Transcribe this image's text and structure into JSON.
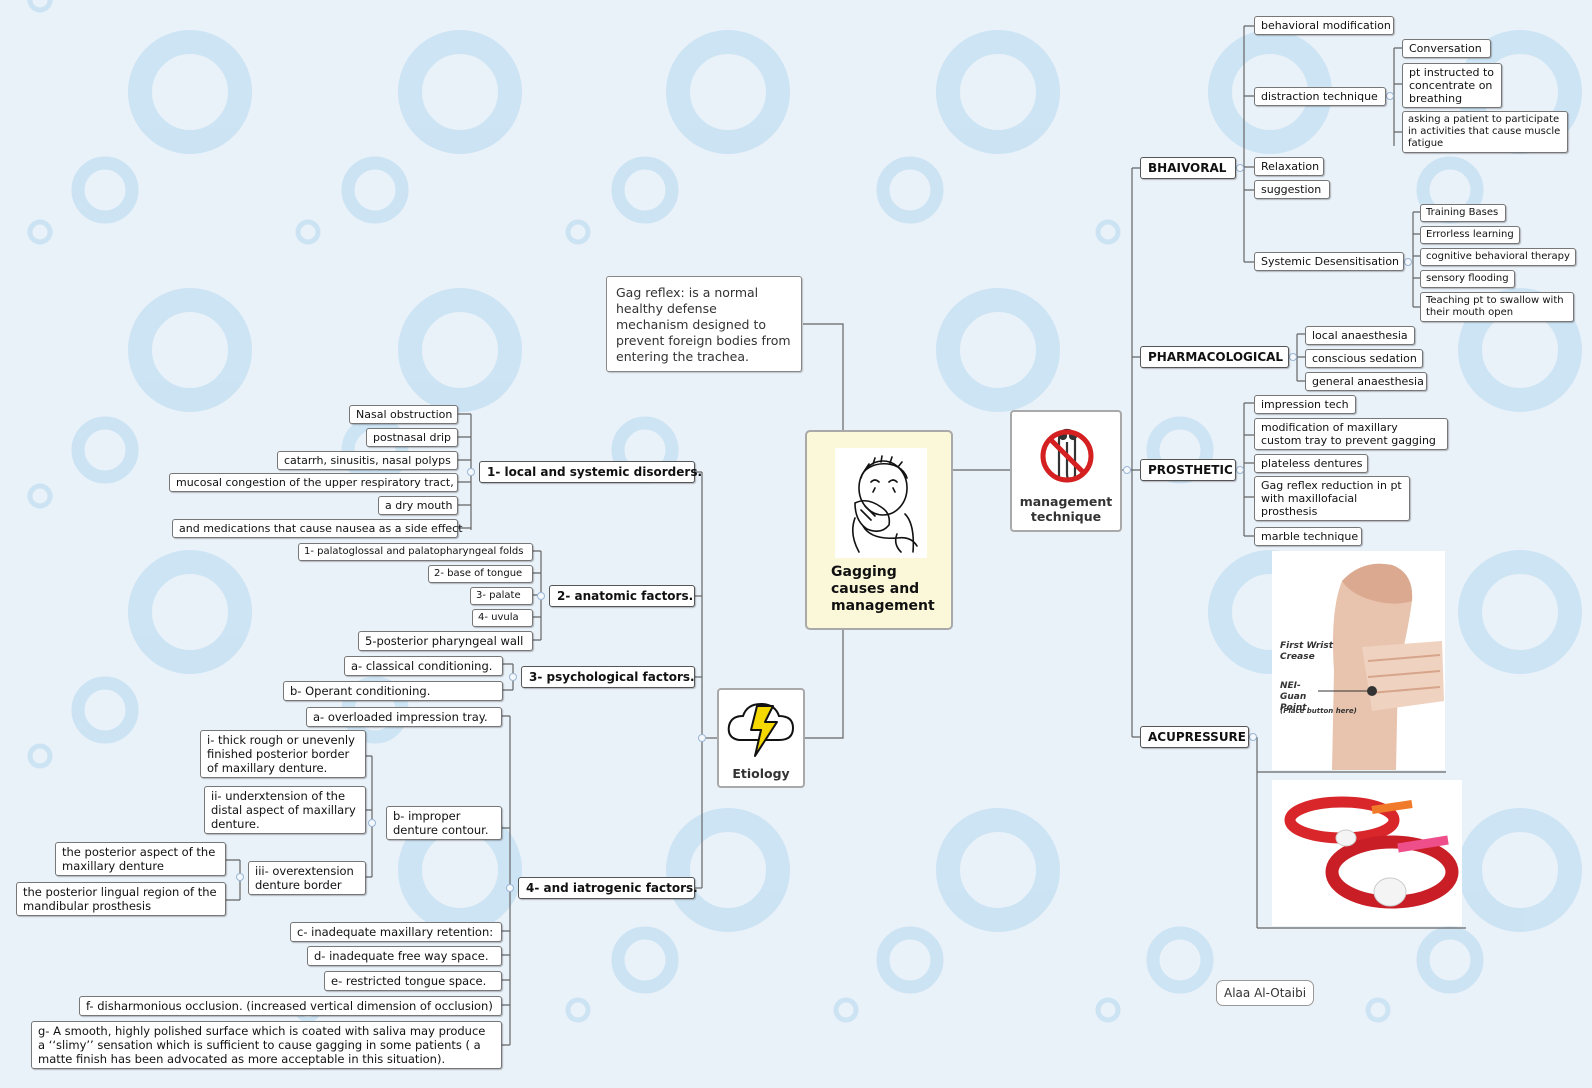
{
  "colors": {
    "background": "#e9f1f9",
    "bubble": "#b9d9ef",
    "central_fill": "#fbf8d9",
    "line": "#666666"
  },
  "central": {
    "title": "Gagging causes and management",
    "icon": "gagging-boy-illustration"
  },
  "definition": "Gag reflex: is a normal healthy defense mechanism designed to prevent foreign bodies from entering the trachea.",
  "etiology": {
    "label": "Etiology",
    "icon": "lightning-cloud-icon",
    "groups": {
      "local": {
        "label": "1- local and systemic disorders.",
        "items": [
          "Nasal obstruction",
          "postnasal drip",
          "catarrh, sinusitis, nasal polyps",
          "mucosal congestion of the upper respiratory tract,",
          "a dry mouth",
          "and medications that cause nausea as a side effect"
        ]
      },
      "anatomic": {
        "label": "2- anatomic factors.",
        "items": [
          "1- palatoglossal and palatopharyngeal folds",
          "2- base of tongue",
          "3-  palate",
          "4-  uvula",
          "5-posterior pharyngeal wall"
        ]
      },
      "psychological": {
        "label": "3- psychological factors.",
        "items": [
          "a- classical conditioning.",
          "b- Operant conditioning."
        ]
      },
      "iatrogenic": {
        "label": "4- and iatrogenic factors.",
        "items": {
          "a": "a- overloaded impression tray.",
          "b": "b- improper denture contour.",
          "b_i": "i- thick rough or unevenly finished posterior border of maxillary denture.",
          "b_ii": "ii- underxtension of the distal aspect of maxillary denture.",
          "b_iii": "iii- overextension denture border",
          "b_iii_1": "the posterior aspect of the maxillary denture",
          "b_iii_2": "the posterior lingual region of the mandibular prosthesis",
          "c": "c- inadequate maxillary retention:",
          "d": "d- inadequate free way space.",
          "e": "e- restricted tongue space.",
          "f": "f- disharmonious occlusion. (increased vertical dimension of occlusion)",
          "g": "g-  A smooth, highly polished surface which is coated with saliva may produce a ‘‘slimy’’ sensation which is sufficient to cause gagging in some patients ( a matte finish has been advocated as more acceptable in this situation)."
        }
      }
    }
  },
  "management": {
    "label": "management technique",
    "icon": "no-gagging-icon",
    "behavioral": {
      "label": "BHAIVORAL",
      "items": {
        "behavioral_modification": "behavioral modification",
        "distraction": "distraction technique",
        "conversation": "Conversation",
        "breathing": "pt instructed to concentrate on breathing",
        "fatigue": " asking a patient to participate in activities that cause muscle fatigue",
        "relaxation": "Relaxation",
        "suggestion": "suggestion",
        "desensitisation": "Systemic Desensitisation",
        "training": "Training Bases",
        "errorless": "Errorless learning",
        "cbt": "cognitive behavioral therapy",
        "flooding": "sensory flooding",
        "swallow": "Teaching pt to swallow with their mouth open"
      }
    },
    "pharmacological": {
      "label": "PHARMACOLOGICAL",
      "items": [
        "local anaesthesia",
        "conscious sedation",
        "general anaesthesia"
      ]
    },
    "prosthetic": {
      "label": "PROSTHETIC",
      "items": [
        "impression tech",
        "modification of maxillary custom tray to prevent gagging",
        "plateless dentures",
        "Gag reflex reduction in pt with maxillofacial prosthesis",
        "marble technique"
      ]
    },
    "acupressure": {
      "label": "ACUPRESSURE",
      "wrist_label_1": "First Wrist Crease",
      "wrist_label_2": "NEI-Guan Point",
      "wrist_label_3": "(Place button here)"
    }
  },
  "author": "Alaa Al-Otaibi"
}
